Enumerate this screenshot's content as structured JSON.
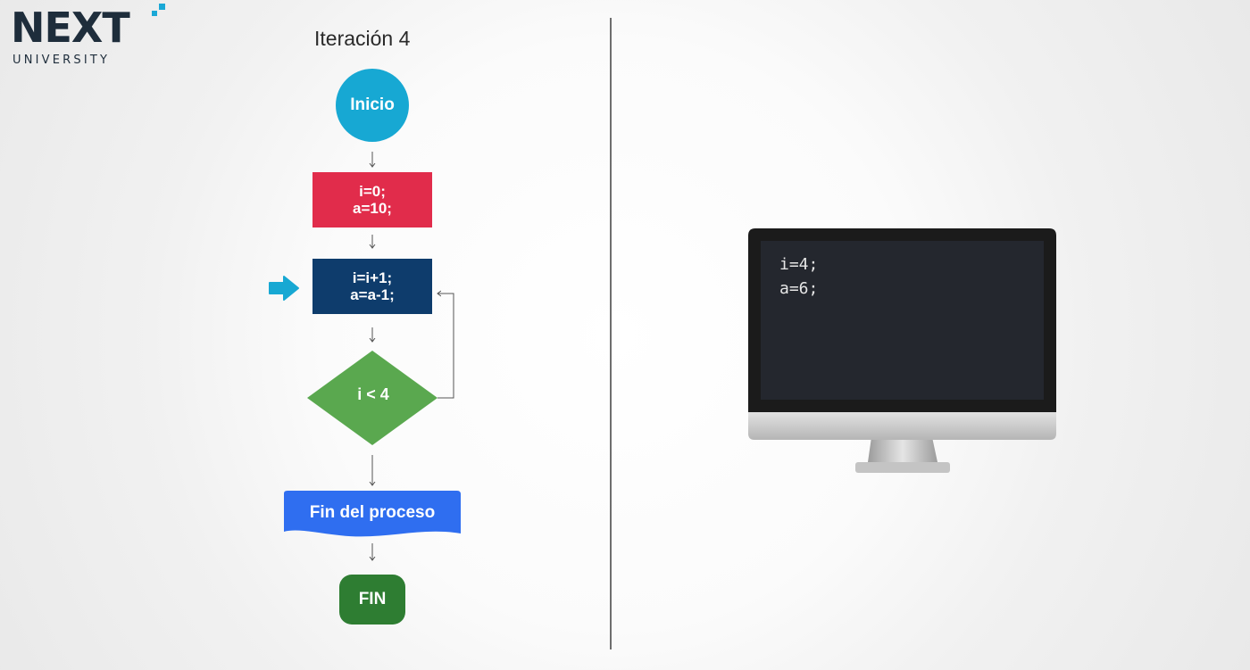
{
  "brand": {
    "name": "NEXT",
    "subtitle": "UNIVERSITY",
    "accent": "#1aa8d6",
    "color": "#1e2d3b"
  },
  "title": "Iteración 4",
  "flowchart": {
    "start": {
      "label": "Inicio",
      "color": "#17a8d3"
    },
    "init": {
      "lines": [
        "i=0;",
        "a=10;"
      ],
      "color": "#e12c4b"
    },
    "update": {
      "lines": [
        "i=i+1;",
        "a=a-1;"
      ],
      "color": "#0e3c6c"
    },
    "condition": {
      "label": "i < 4",
      "color": "#5aa84f"
    },
    "process_end": {
      "label": "Fin del proceso",
      "color": "#2f6ef0"
    },
    "end": {
      "label": "FIN",
      "color": "#2e7d32"
    },
    "pointer_color": "#17a8d3",
    "connector_color": "#555555"
  },
  "terminal": {
    "lines": [
      "i=4;",
      "a=6;"
    ],
    "bg": "#24272e"
  }
}
